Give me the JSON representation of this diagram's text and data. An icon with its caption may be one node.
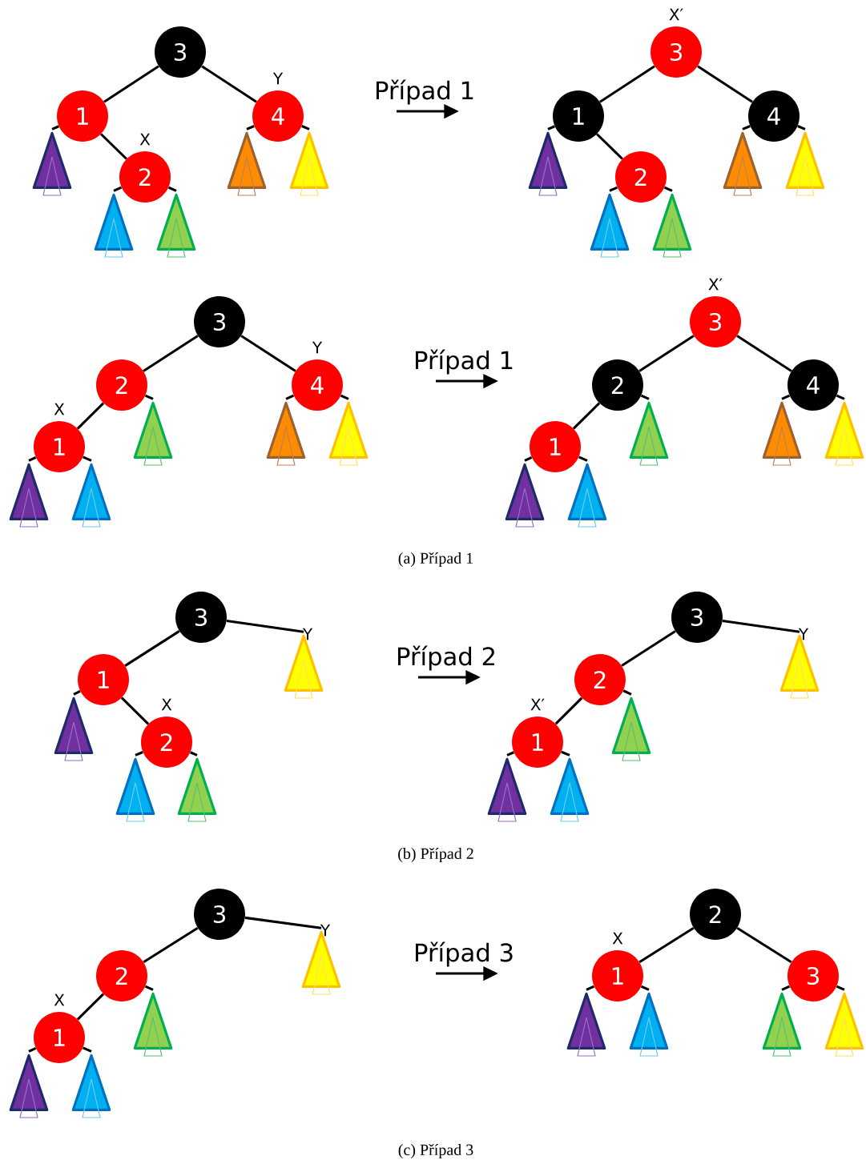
{
  "diagram": {
    "nodes": [
      {
        "text": [
          "3"
        ]
      },
      {
        "text": [
          "1"
        ]
      },
      {
        "text": [
          "4"
        ],
        "beside": [
          "Y"
        ]
      },
      {
        "text": [],
        "shape": "triangle"
      },
      {
        "text": [
          "2"
        ],
        "beside": [
          "X"
        ]
      },
      {
        "text": [],
        "shape": "triangle"
      },
      {
        "text": [],
        "shape": "triangle"
      },
      {
        "text": [],
        "shape": "triangle"
      },
      {
        "text": [],
        "shape": "triangle"
      },
      {
        "text": [
          "3"
        ],
        "beside": [
          "X′"
        ]
      },
      {
        "text": [
          "1"
        ]
      },
      {
        "text": [
          "4"
        ]
      },
      {
        "text": [],
        "shape": "triangle"
      },
      {
        "text": [
          "2"
        ]
      },
      {
        "text": [],
        "shape": "triangle"
      },
      {
        "text": [],
        "shape": "triangle"
      },
      {
        "text": [],
        "shape": "triangle"
      },
      {
        "text": [],
        "shape": "triangle"
      },
      {
        "text": [
          "3"
        ]
      },
      {
        "text": [
          "2"
        ]
      },
      {
        "text": [
          "4"
        ],
        "beside": [
          "Y"
        ]
      },
      {
        "text": [
          "1"
        ],
        "beside": [
          "X"
        ]
      },
      {
        "text": [],
        "shape": "triangle"
      },
      {
        "text": [],
        "shape": "triangle"
      },
      {
        "text": [],
        "shape": "triangle"
      },
      {
        "text": [],
        "shape": "triangle"
      },
      {
        "text": [],
        "shape": "triangle"
      },
      {
        "text": [
          "3"
        ],
        "beside": [
          "X′"
        ]
      },
      {
        "text": [
          "2"
        ]
      },
      {
        "text": [
          "4"
        ]
      },
      {
        "text": [
          "1"
        ]
      },
      {
        "text": [],
        "shape": "triangle"
      },
      {
        "text": [],
        "shape": "triangle"
      },
      {
        "text": [],
        "shape": "triangle"
      },
      {
        "text": [],
        "shape": "triangle"
      },
      {
        "text": [],
        "shape": "triangle"
      },
      {
        "text": [
          "3"
        ]
      },
      {
        "text": [
          "1"
        ]
      },
      {
        "text": [],
        "shape": "triangle",
        "beside": [
          "Y"
        ]
      },
      {
        "text": [],
        "shape": "triangle"
      },
      {
        "text": [
          "2"
        ],
        "beside": [
          "X"
        ]
      },
      {
        "text": [],
        "shape": "triangle"
      },
      {
        "text": [],
        "shape": "triangle"
      },
      {
        "text": [
          "3"
        ]
      },
      {
        "text": [
          "2"
        ]
      },
      {
        "text": [],
        "shape": "triangle",
        "beside": [
          "Y"
        ]
      },
      {
        "text": [
          "1"
        ],
        "beside": [
          "X′"
        ]
      },
      {
        "text": [],
        "shape": "triangle"
      },
      {
        "text": [],
        "shape": "triangle"
      },
      {
        "text": [],
        "shape": "triangle"
      },
      {
        "text": [
          "3"
        ]
      },
      {
        "text": [
          "2"
        ]
      },
      {
        "text": [],
        "shape": "triangle",
        "beside": [
          "Y"
        ]
      },
      {
        "text": [
          "1"
        ],
        "beside": [
          "X"
        ]
      },
      {
        "text": [],
        "shape": "triangle"
      },
      {
        "text": [],
        "shape": "triangle"
      },
      {
        "text": [],
        "shape": "triangle"
      },
      {
        "text": [
          "2"
        ]
      },
      {
        "text": [
          "1"
        ],
        "beside": [
          "X"
        ]
      },
      {
        "text": [
          "3"
        ]
      },
      {
        "text": [],
        "shape": "triangle"
      },
      {
        "text": [],
        "shape": "triangle"
      },
      {
        "text": [],
        "shape": "triangle"
      },
      {
        "text": [],
        "shape": "triangle"
      }
    ],
    "edges": [
      {
        "from": 0,
        "to": 1,
        "arrow": "none"
      },
      {
        "from": 0,
        "to": 2,
        "arrow": "none"
      },
      {
        "from": 1,
        "to": 3,
        "arrow": "none"
      },
      {
        "from": 1,
        "to": 4,
        "arrow": "none"
      },
      {
        "from": 2,
        "to": 5,
        "arrow": "none"
      },
      {
        "from": 2,
        "to": 6,
        "arrow": "none"
      },
      {
        "from": 4,
        "to": 7,
        "arrow": "none"
      },
      {
        "from": 4,
        "to": 8,
        "arrow": "none"
      },
      {
        "from": 9,
        "to": 10,
        "arrow": "none"
      },
      {
        "from": 9,
        "to": 11,
        "arrow": "none"
      },
      {
        "from": 10,
        "to": 12,
        "arrow": "none"
      },
      {
        "from": 10,
        "to": 13,
        "arrow": "none"
      },
      {
        "from": 11,
        "to": 14,
        "arrow": "none"
      },
      {
        "from": 11,
        "to": 15,
        "arrow": "none"
      },
      {
        "from": 13,
        "to": 16,
        "arrow": "none"
      },
      {
        "from": 13,
        "to": 17,
        "arrow": "none"
      },
      {
        "from": 18,
        "to": 19,
        "arrow": "none"
      },
      {
        "from": 18,
        "to": 20,
        "arrow": "none"
      },
      {
        "from": 19,
        "to": 21,
        "arrow": "none"
      },
      {
        "from": 19,
        "to": 22,
        "arrow": "none"
      },
      {
        "from": 20,
        "to": 23,
        "arrow": "none"
      },
      {
        "from": 20,
        "to": 24,
        "arrow": "none"
      },
      {
        "from": 21,
        "to": 25,
        "arrow": "none"
      },
      {
        "from": 21,
        "to": 26,
        "arrow": "none"
      },
      {
        "from": 27,
        "to": 28,
        "arrow": "none"
      },
      {
        "from": 27,
        "to": 29,
        "arrow": "none"
      },
      {
        "from": 28,
        "to": 30,
        "arrow": "none"
      },
      {
        "from": 28,
        "to": 31,
        "arrow": "none"
      },
      {
        "from": 29,
        "to": 32,
        "arrow": "none"
      },
      {
        "from": 29,
        "to": 33,
        "arrow": "none"
      },
      {
        "from": 30,
        "to": 34,
        "arrow": "none"
      },
      {
        "from": 30,
        "to": 35,
        "arrow": "none"
      },
      {
        "from": 36,
        "to": 37,
        "arrow": "none"
      },
      {
        "from": 36,
        "to": 38,
        "arrow": "none"
      },
      {
        "from": 37,
        "to": 39,
        "arrow": "none"
      },
      {
        "from": 37,
        "to": 40,
        "arrow": "none"
      },
      {
        "from": 40,
        "to": 41,
        "arrow": "none"
      },
      {
        "from": 40,
        "to": 42,
        "arrow": "none"
      },
      {
        "from": 43,
        "to": 44,
        "arrow": "none"
      },
      {
        "from": 43,
        "to": 45,
        "arrow": "none"
      },
      {
        "from": 44,
        "to": 46,
        "arrow": "none"
      },
      {
        "from": 44,
        "to": 47,
        "arrow": "none"
      },
      {
        "from": 46,
        "to": 48,
        "arrow": "none"
      },
      {
        "from": 46,
        "to": 49,
        "arrow": "none"
      },
      {
        "from": 50,
        "to": 51,
        "arrow": "none"
      },
      {
        "from": 50,
        "to": 52,
        "arrow": "none"
      },
      {
        "from": 51,
        "to": 53,
        "arrow": "none"
      },
      {
        "from": 51,
        "to": 54,
        "arrow": "none"
      },
      {
        "from": 53,
        "to": 55,
        "arrow": "none"
      },
      {
        "from": 53,
        "to": 56,
        "arrow": "none"
      },
      {
        "from": 57,
        "to": 58,
        "arrow": "none"
      },
      {
        "from": 57,
        "to": 59,
        "arrow": "none"
      },
      {
        "from": 58,
        "to": 60,
        "arrow": "none"
      },
      {
        "from": 58,
        "to": 61,
        "arrow": "none"
      },
      {
        "from": 59,
        "to": 62,
        "arrow": "none"
      },
      {
        "from": 59,
        "to": 63,
        "arrow": "none"
      }
    ],
    "labels": [
      "Případ 1",
      "Případ 1",
      "(a) Případ 1",
      "Případ 2",
      "(b) Případ 2",
      "Případ 3",
      "(c) Případ 3"
    ]
  }
}
